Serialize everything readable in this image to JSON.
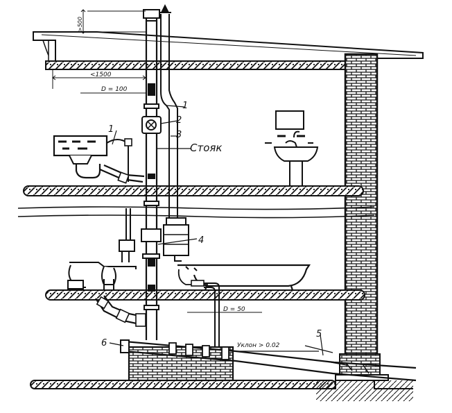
{
  "diagram": {
    "numbers": {
      "n1_top": "1",
      "n2": "2",
      "n3": "3",
      "n1_left": "1",
      "n4": "4",
      "n5": "5",
      "n6": "6"
    },
    "labels": {
      "riser": "Стояк",
      "slope": "Уклон > 0.02"
    },
    "dimensions": {
      "vent_height": ">500",
      "offset": "<1500",
      "riser_diameter": "D = 100",
      "branch_diameter": "D = 50"
    },
    "colors": {
      "ink": "#111111",
      "paper": "#ffffff"
    }
  }
}
